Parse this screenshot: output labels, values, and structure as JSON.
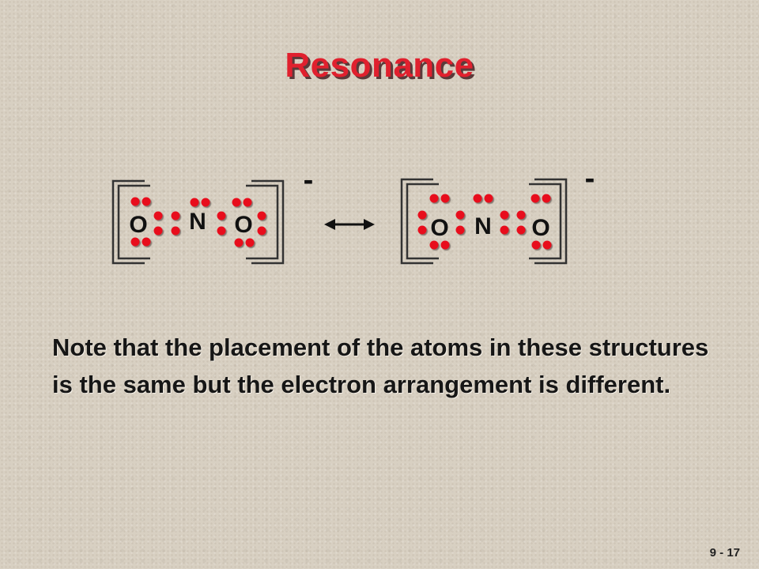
{
  "title": "Resonance",
  "structure_left": {
    "atoms": [
      "O",
      "N",
      "O"
    ],
    "charge": "-"
  },
  "structure_right": {
    "atoms": [
      "O",
      "N",
      "O"
    ],
    "charge": "-"
  },
  "resonance_arrow": "double-headed-arrow-icon",
  "note": "Note that the placement of the atoms in these structures is the same but the electron arrangement is different.",
  "slide_number": "9 - 17",
  "colors": {
    "title": "#e0202e",
    "electron_dot": "#e8101e",
    "text": "#161616",
    "background": "#d8d0c2"
  }
}
